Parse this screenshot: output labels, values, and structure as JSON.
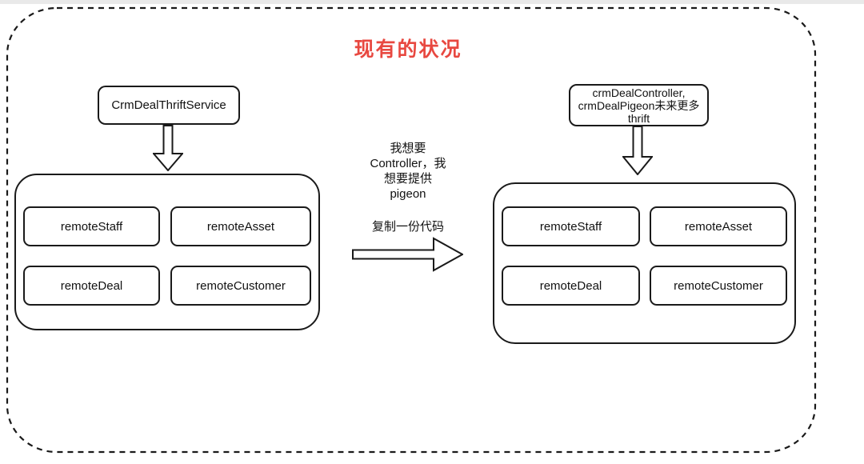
{
  "title": "现有的状况",
  "colors": {
    "title_red": "#e84840",
    "stroke": "#1a1a1a",
    "background": "#ffffff",
    "top_strip": "#e9e9e9"
  },
  "left_group": {
    "service_label": "CrmDealThriftService",
    "modules": [
      "remoteStaff",
      "remoteAsset",
      "remoteDeal",
      "remoteCustomer"
    ]
  },
  "right_group": {
    "service_lines": [
      "crmDealController,",
      "crmDealPigeon未来更多",
      "thrift"
    ],
    "modules": [
      "remoteStaff",
      "remoteAsset",
      "remoteDeal",
      "remoteCustomer"
    ]
  },
  "middle": {
    "note_lines": [
      "我想要",
      "Controller，我",
      "想要提供",
      "pigeon"
    ],
    "arrow_label": "复制一份代码"
  },
  "icons": {
    "frame": "dashed-rounded-border",
    "down_arrow": "block-arrow-down",
    "right_arrow": "block-arrow-right"
  }
}
